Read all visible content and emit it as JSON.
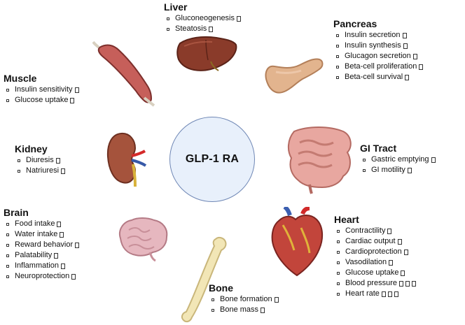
{
  "center": {
    "label": "GLP-1 RA"
  },
  "groups": {
    "liver": {
      "title": "Liver",
      "items": [
        "Gluconeogenesis",
        "Steatosis"
      ]
    },
    "pancreas": {
      "title": "Pancreas",
      "items": [
        "Insulin secretion",
        "Insulin synthesis",
        "Glucagon secretion",
        "Beta-cell proliferation",
        "Beta-cell survival"
      ]
    },
    "muscle": {
      "title": "Muscle",
      "items": [
        "Insulin sensitivity",
        "Glucose uptake"
      ]
    },
    "kidney": {
      "title": "Kidney",
      "items": [
        "Diuresis",
        "Natriuresi"
      ]
    },
    "gi": {
      "title": "GI Tract",
      "items": [
        "Gastric emptying",
        "GI motility"
      ]
    },
    "brain": {
      "title": "Brain",
      "items": [
        "Food intake",
        "Water intake",
        "Reward behavior",
        "Palatability",
        "Inflammation",
        "Neuroprotection"
      ]
    },
    "heart": {
      "title": "Heart",
      "items": [
        "Contractility",
        "Cardiac output",
        "Cardioprotection",
        "Vasodilation",
        "Glucose uptake",
        "Blood pressure",
        "Heart rate"
      ]
    },
    "bone": {
      "title": "Bone",
      "items": [
        "Bone formation",
        "Bone mass"
      ]
    }
  },
  "icons": {
    "liver": "liver-icon",
    "pancreas": "pancreas-icon",
    "muscle": "muscle-icon",
    "kidney": "kidney-icon",
    "gi": "intestine-icon",
    "brain": "brain-icon",
    "heart": "heart-icon",
    "bone": "bone-icon"
  },
  "colors": {
    "circle_fill": "#e8f0fb",
    "circle_stroke": "#6f87b5"
  }
}
